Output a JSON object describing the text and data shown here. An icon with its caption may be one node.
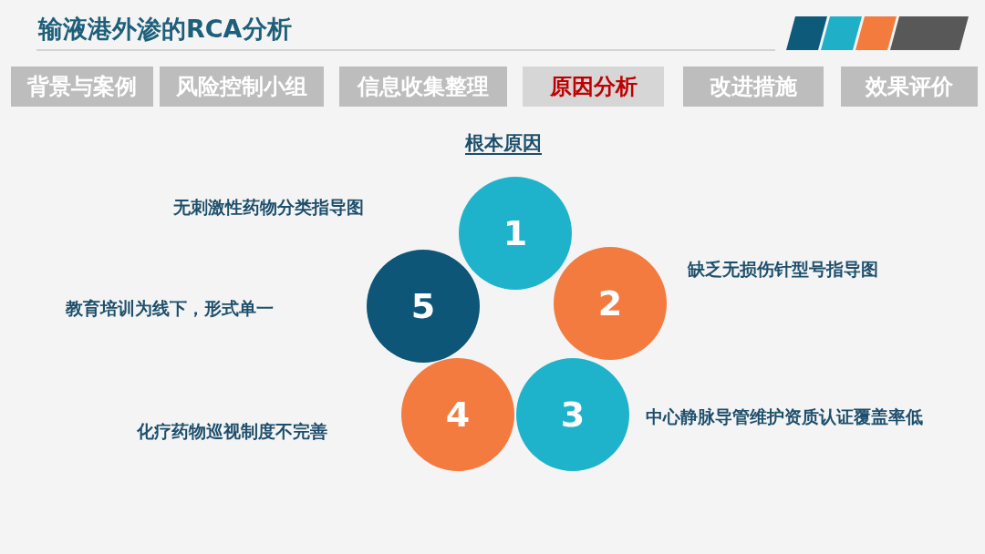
{
  "diagram": {
    "title": "输液港外渗的RCA分析",
    "nodes": [
      {
        "text": [
          "背景与案例"
        ]
      },
      {
        "text": [
          "风险控制小组"
        ]
      },
      {
        "text": [
          "信息收集整理"
        ]
      },
      {
        "text": [
          "原因分析"
        ]
      },
      {
        "text": [
          "改进措施"
        ]
      },
      {
        "text": [
          "效果评价"
        ]
      },
      {
        "text": [
          "1"
        ]
      },
      {
        "text": [
          "2"
        ],
        "beside": [
          "缺乏无损伤针型号指导图"
        ]
      },
      {
        "text": [
          "3"
        ],
        "beside": [
          "中心静脉导管维护资质认证覆盖率低"
        ]
      },
      {
        "text": [
          "4"
        ]
      },
      {
        "text": [
          "5"
        ]
      }
    ],
    "labels": [
      "根本原因",
      "无刺激性药物分类指导图",
      "教育培训为线下，形式单一",
      "化疗药物巡视制度不完善"
    ]
  }
}
